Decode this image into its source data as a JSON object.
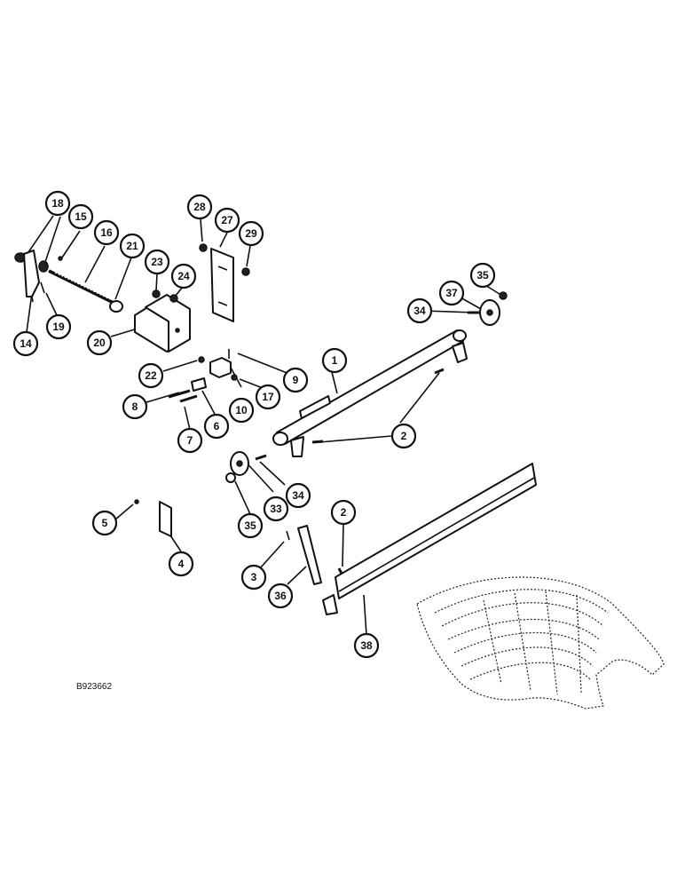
{
  "figure": {
    "reference_code": "B923662"
  },
  "callouts": [
    {
      "id": "c1",
      "label": "1"
    },
    {
      "id": "c2a",
      "label": "2"
    },
    {
      "id": "c2b",
      "label": "2"
    },
    {
      "id": "c3",
      "label": "3"
    },
    {
      "id": "c4",
      "label": "4"
    },
    {
      "id": "c5",
      "label": "5"
    },
    {
      "id": "c6",
      "label": "6"
    },
    {
      "id": "c7",
      "label": "7"
    },
    {
      "id": "c8",
      "label": "8"
    },
    {
      "id": "c9",
      "label": "9"
    },
    {
      "id": "c10",
      "label": "10"
    },
    {
      "id": "c14",
      "label": "14"
    },
    {
      "id": "c15",
      "label": "15"
    },
    {
      "id": "c16",
      "label": "16"
    },
    {
      "id": "c17",
      "label": "17"
    },
    {
      "id": "c18",
      "label": "18"
    },
    {
      "id": "c19",
      "label": "19"
    },
    {
      "id": "c20",
      "label": "20"
    },
    {
      "id": "c21",
      "label": "21"
    },
    {
      "id": "c22",
      "label": "22"
    },
    {
      "id": "c23",
      "label": "23"
    },
    {
      "id": "c24",
      "label": "24"
    },
    {
      "id": "c27",
      "label": "27"
    },
    {
      "id": "c28",
      "label": "28"
    },
    {
      "id": "c29",
      "label": "29"
    },
    {
      "id": "c33",
      "label": "33"
    },
    {
      "id": "c34a",
      "label": "34"
    },
    {
      "id": "c34b",
      "label": "34"
    },
    {
      "id": "c35a",
      "label": "35"
    },
    {
      "id": "c35b",
      "label": "35"
    },
    {
      "id": "c36",
      "label": "36"
    },
    {
      "id": "c37",
      "label": "37"
    },
    {
      "id": "c38",
      "label": "38"
    }
  ]
}
